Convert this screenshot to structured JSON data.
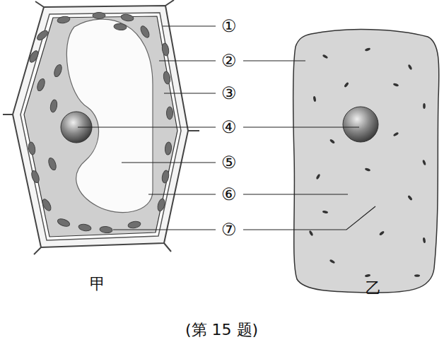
{
  "diagram": {
    "caption": "(第 15 题)",
    "labels": [
      "①",
      "②",
      "③",
      "④",
      "⑤",
      "⑥",
      "⑦",
      "甲",
      "乙"
    ]
  }
}
